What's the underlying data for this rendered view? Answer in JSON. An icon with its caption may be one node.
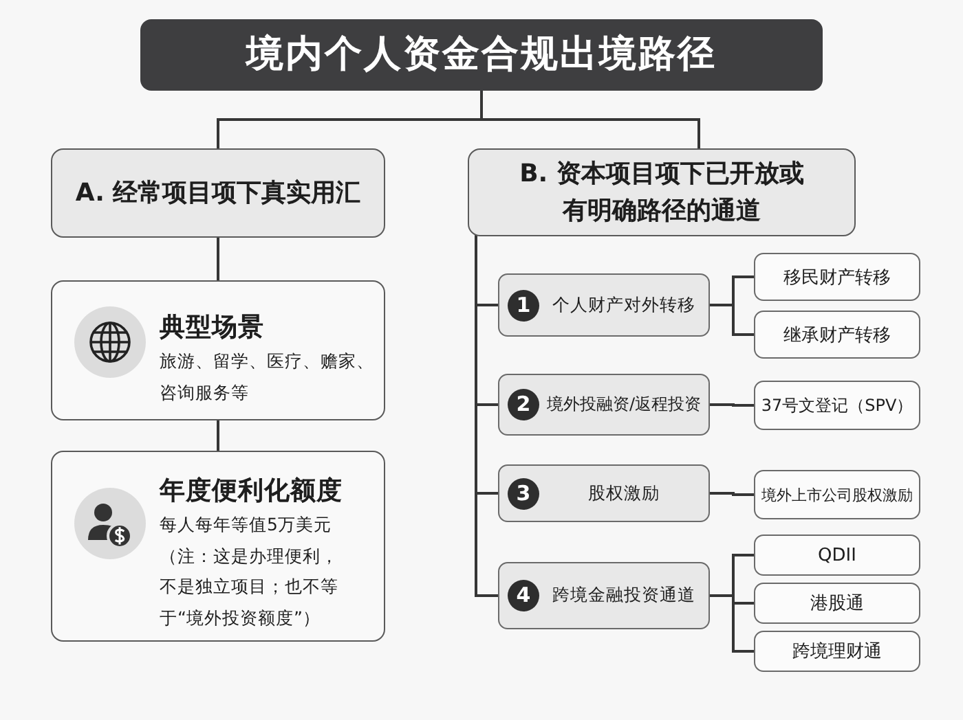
{
  "diagram": {
    "nodes": [
      {
        "text": [
          "境内个人资金合规出境路径"
        ]
      },
      {
        "text": [
          "A. 经常项目项下真实用汇"
        ]
      },
      {
        "text": [
          "B. 资本项目项下已开放或有明确路径的通道"
        ]
      },
      {
        "text": [
          "典型场景",
          "旅游、留学、医疗、赡家、咨询服务等"
        ]
      },
      {
        "text": [
          "年度便利化额度",
          "每人每年等值5万美元",
          "（注：这是办理便利，不是独立项目；也不等于“境外投资额度”）"
        ]
      },
      {
        "text": [
          "1",
          "个人财产对外转移"
        ]
      },
      {
        "text": [
          "移民财产转移"
        ]
      },
      {
        "text": [
          "继承财产转移"
        ]
      },
      {
        "text": [
          "2",
          "境外投融资/返程投资"
        ]
      },
      {
        "text": [
          "37号文登记（SPV）"
        ]
      },
      {
        "text": [
          "3",
          "股权激励"
        ]
      },
      {
        "text": [
          "境外上市公司股权激励"
        ]
      },
      {
        "text": [
          "4",
          "跨境金融投资通道"
        ]
      },
      {
        "text": [
          "QDII"
        ]
      },
      {
        "text": [
          "港股通"
        ]
      },
      {
        "text": [
          "跨境理财通"
        ]
      }
    ],
    "edges": [
      {
        "from": 0,
        "to": 1,
        "arrow": "none"
      },
      {
        "from": 0,
        "to": 2,
        "arrow": "none"
      },
      {
        "from": 1,
        "to": 3,
        "arrow": "none"
      },
      {
        "from": 3,
        "to": 4,
        "arrow": "none"
      },
      {
        "from": 2,
        "to": 5,
        "arrow": "none"
      },
      {
        "from": 2,
        "to": 8,
        "arrow": "none"
      },
      {
        "from": 2,
        "to": 10,
        "arrow": "none"
      },
      {
        "from": 2,
        "to": 12,
        "arrow": "none"
      },
      {
        "from": 5,
        "to": 6,
        "arrow": "none"
      },
      {
        "from": 5,
        "to": 7,
        "arrow": "none"
      },
      {
        "from": 8,
        "to": 9,
        "arrow": "none"
      },
      {
        "from": 10,
        "to": 11,
        "arrow": "none"
      },
      {
        "from": 12,
        "to": 13,
        "arrow": "none"
      },
      {
        "from": 12,
        "to": 14,
        "arrow": "none"
      },
      {
        "from": 12,
        "to": 15,
        "arrow": "none"
      }
    ]
  }
}
